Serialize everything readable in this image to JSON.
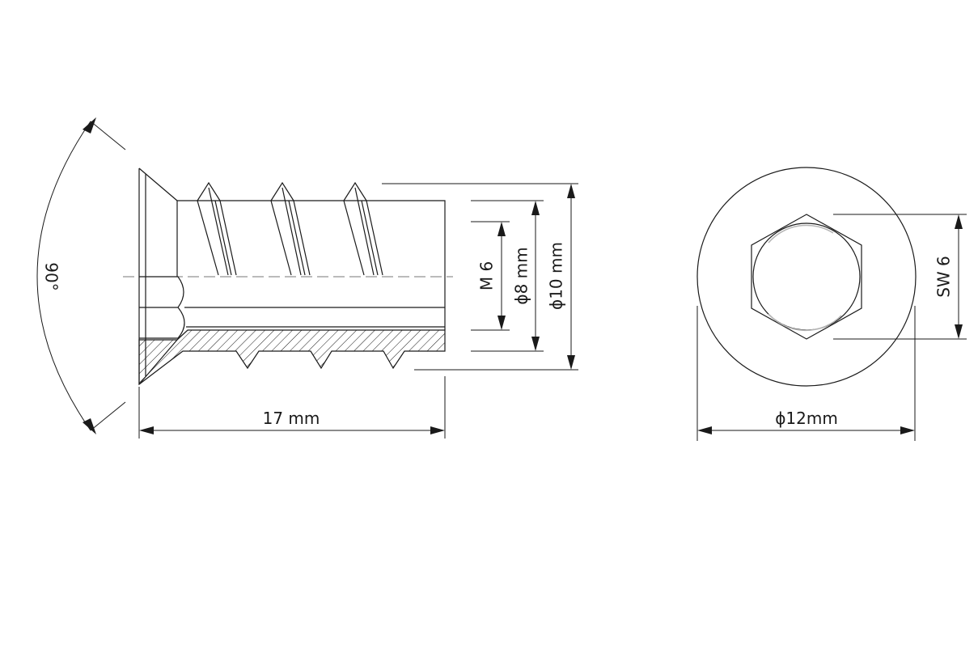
{
  "dimensions": {
    "angle": "90°",
    "length": "17 mm",
    "thread": "M 6",
    "inner_diameter": "ϕ8 mm",
    "outer_diameter": "ϕ10 mm",
    "flange_diameter": "ϕ12mm",
    "hex_size": "SW 6"
  }
}
